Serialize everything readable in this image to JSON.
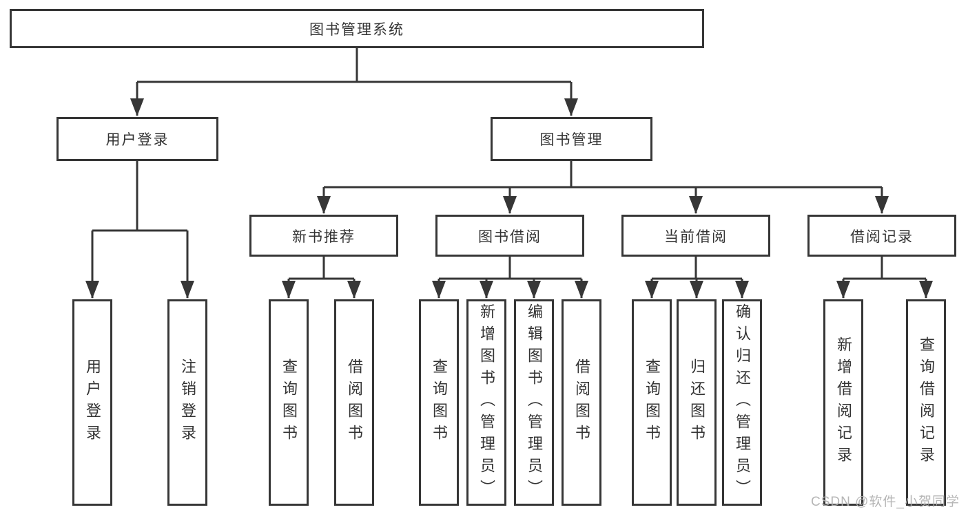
{
  "diagram": {
    "root": {
      "label": "图书管理系统"
    },
    "branches": [
      {
        "label": "用户登录",
        "children": [
          {
            "label": "用户登录"
          },
          {
            "label": "注销登录"
          }
        ]
      },
      {
        "label": "图书管理",
        "children": [
          {
            "label": "新书推荐",
            "children": [
              {
                "label": "查询图书"
              },
              {
                "label": "借阅图书"
              }
            ]
          },
          {
            "label": "图书借阅",
            "children": [
              {
                "label": "查询图书"
              },
              {
                "label": "新增图书（管理员）"
              },
              {
                "label": "编辑图书（管理员）"
              },
              {
                "label": "借阅图书"
              }
            ]
          },
          {
            "label": "当前借阅",
            "children": [
              {
                "label": "查询图书"
              },
              {
                "label": "归还图书"
              },
              {
                "label": "确认归还（管理员）"
              }
            ]
          },
          {
            "label": "借阅记录",
            "children": [
              {
                "label": "新增借阅记录"
              },
              {
                "label": "查询借阅记录"
              }
            ]
          }
        ]
      }
    ],
    "colors": {
      "line": "#363636",
      "text": "#333333",
      "box_background": "#ffffff",
      "page_background": "#ffffff",
      "watermark": "#b0b0b0"
    }
  },
  "watermark": {
    "text": "CSDN @软件_小贺同学"
  }
}
